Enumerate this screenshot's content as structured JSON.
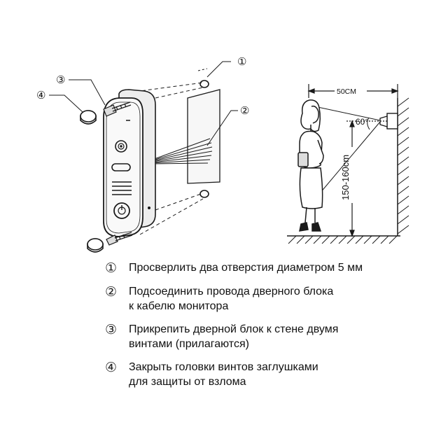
{
  "diagram": {
    "callouts": [
      "①",
      "②",
      "③",
      "④"
    ],
    "dimensions": {
      "distance": "50CM",
      "angle": "60°",
      "height": "150-160cm"
    }
  },
  "steps": [
    {
      "num": "①",
      "lines": [
        "Просверлить два отверстия диаметром 5 мм"
      ]
    },
    {
      "num": "②",
      "lines": [
        "Подсоединить провода дверного блока",
        "к кабелю монитора"
      ]
    },
    {
      "num": "③",
      "lines": [
        "Прикрепить дверной блок к стене двумя",
        "винтами (прилагаются)"
      ]
    },
    {
      "num": "④",
      "lines": [
        "Закрыть головки винтов заглушками",
        "для защиты от взлома"
      ]
    }
  ],
  "colors": {
    "line": "#1a1a1a",
    "panel": "#f4f4f4",
    "wall_fill": "#e6e6e6"
  },
  "icons": [
    "screw-icon",
    "cap-icon",
    "camera-lens-icon",
    "bell-button-icon",
    "speaker-grille-icon",
    "wire-bundle-icon"
  ]
}
